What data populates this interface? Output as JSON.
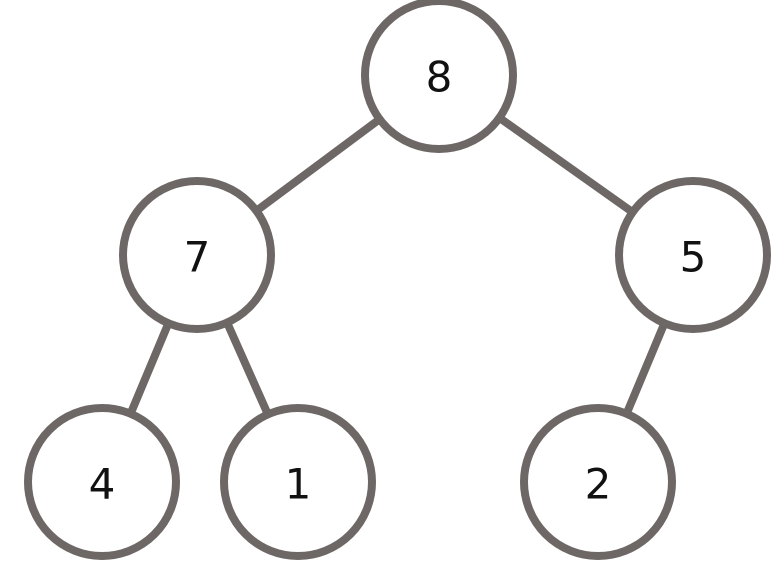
{
  "colors": {
    "stroke": "#6d6766",
    "node_fill": "#ffffff",
    "text": "#111111",
    "background": "#ffffff"
  },
  "tree": {
    "nodes": [
      {
        "id": "n8",
        "label": "8"
      },
      {
        "id": "n7",
        "label": "7",
        "parent": "n8"
      },
      {
        "id": "n5",
        "label": "5",
        "parent": "n8"
      },
      {
        "id": "n4",
        "label": "4",
        "parent": "n7"
      },
      {
        "id": "n1",
        "label": "1",
        "parent": "n7"
      },
      {
        "id": "n2",
        "label": "2",
        "parent": "n5"
      }
    ]
  }
}
